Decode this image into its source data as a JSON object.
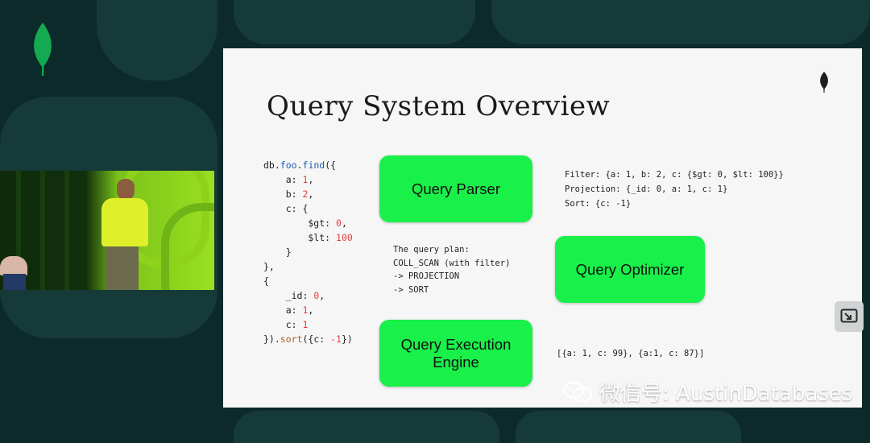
{
  "slide": {
    "title": "Query System Overview",
    "query_code": {
      "l1_obj": "db",
      "l1_dot1": ".",
      "l1_coll": "foo",
      "l1_dot2": ".",
      "l1_fn": "find",
      "l1_rest": "({",
      "a_key": "    a: ",
      "a_val": "1",
      "a_end": ",",
      "b_key": "    b: ",
      "b_val": "2",
      "b_end": ",",
      "c_open": "    c: {",
      "gt_key": "        $gt: ",
      "gt_val": "0",
      "gt_end": ",",
      "lt_key": "        $lt: ",
      "lt_val": "100",
      "c_close": "    }",
      "filter_close": "},",
      "proj_open": "{",
      "id_key": "    _id: ",
      "id_val": "0",
      "id_end": ",",
      "pa_key": "    a: ",
      "pa_val": "1",
      "pa_end": ",",
      "pc_key": "    c: ",
      "pc_val": "1",
      "end_a": "})",
      "end_dot": ".",
      "end_fn": "sort",
      "end_b": "({c: ",
      "end_val": "-1",
      "end_c": "})"
    },
    "boxes": {
      "parser": "Query Parser",
      "optimizer": "Query Optimizer",
      "executor_line1": "Query Execution",
      "executor_line2": "Engine"
    },
    "parsed": {
      "filter": "Filter: {a: 1, b: 2, c: {$gt: 0, $lt: 100}}",
      "projection": "Projection: {_id: 0, a: 1, c: 1}",
      "sort": "Sort: {c: -1}"
    },
    "plan": {
      "heading": "The query plan:",
      "step1": "COLL_SCAN (with filter)",
      "step2": "-> PROJECTION",
      "step3": "-> SORT"
    },
    "result": "[{a: 1, c: 99}, {a:1, c: 87}]"
  },
  "watermark": {
    "text": "微信号: AustinDatabases"
  },
  "colors": {
    "background": "#0d2a2a",
    "slide": "#f6f6f6",
    "box_green": "#19f04a",
    "leaf_green": "#13aa52"
  },
  "icons": [
    "mongodb-leaf-icon",
    "picture-in-picture-icon",
    "wechat-icon"
  ]
}
